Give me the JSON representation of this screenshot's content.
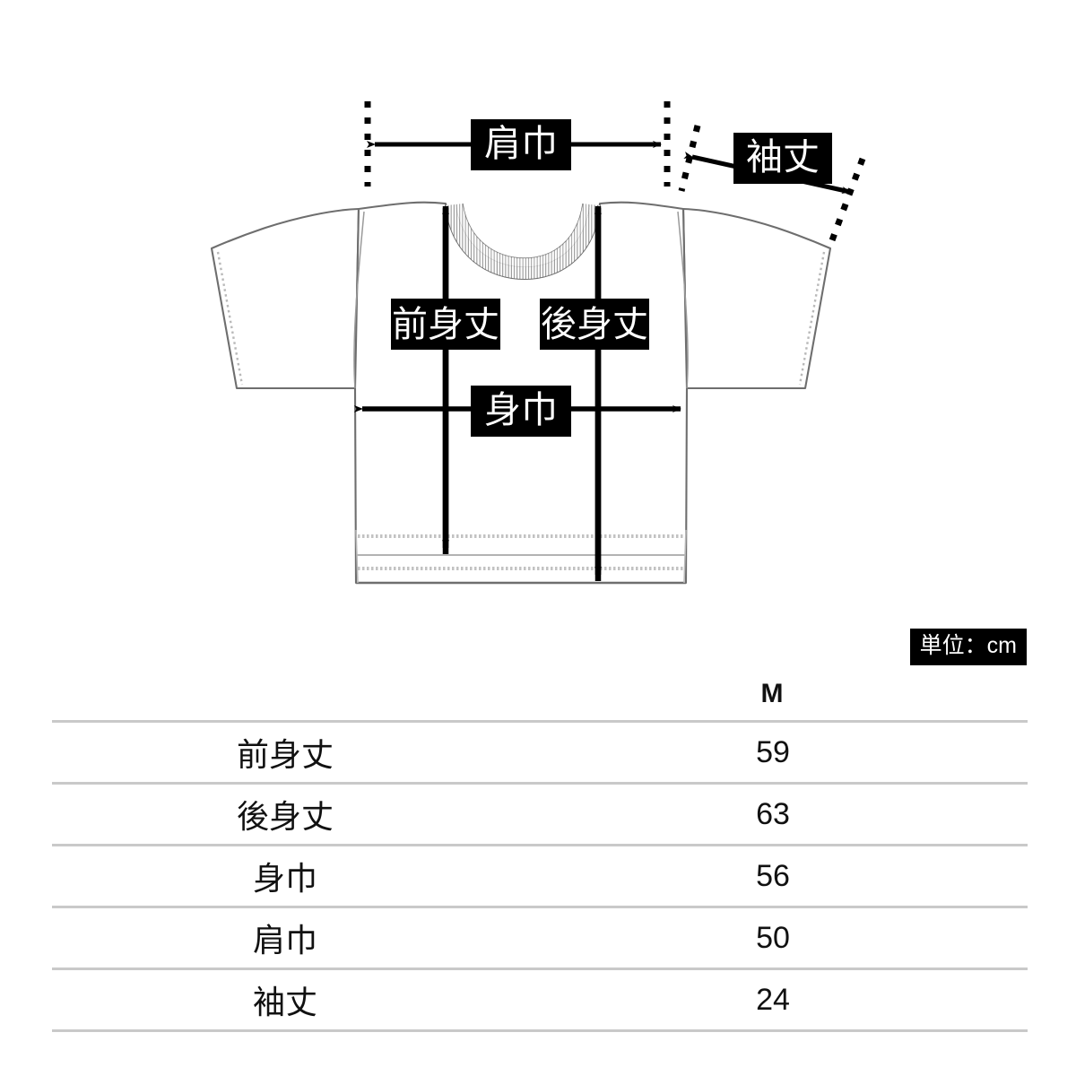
{
  "diagram": {
    "title": "t-shirt-measurement-diagram",
    "labels": {
      "shoulder_width": "肩巾",
      "sleeve_length": "袖丈",
      "front_body_length": "前身丈",
      "back_body_length": "後身丈",
      "chest_width": "身巾"
    }
  },
  "unit_badge": "単位：cm",
  "table": {
    "columns": [
      "",
      "M"
    ],
    "size_header": "M",
    "rows": [
      {
        "label": "前身丈",
        "value": "59"
      },
      {
        "label": "後身丈",
        "value": "63"
      },
      {
        "label": "身巾",
        "value": "56"
      },
      {
        "label": "肩巾",
        "value": "50"
      },
      {
        "label": "袖丈",
        "value": "24"
      }
    ]
  },
  "colors": {
    "badge_bg": "#000000",
    "badge_text": "#ffffff",
    "rule": "#c9c9c9",
    "garment_outline": "#6e6e6e",
    "garment_fill": "#ffffff",
    "stitch": "#b9b9b9",
    "arrow": "#000000",
    "text": "#111111"
  }
}
